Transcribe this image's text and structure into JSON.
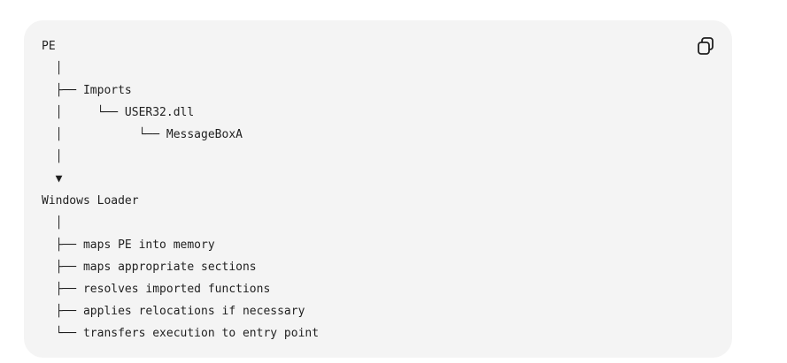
{
  "code_block": {
    "copy_button": {
      "icon": "copy-icon"
    },
    "lines": [
      "PE",
      "  │",
      "  ├── Imports",
      "  │     └── USER32.dll",
      "  │           └── MessageBoxA",
      "  │",
      "  ▼",
      "Windows Loader",
      "  │",
      "  ├── maps PE into memory",
      "  ├── maps appropriate sections",
      "  ├── resolves imported functions",
      "  ├── applies relocations if necessary",
      "  └── transfers execution to entry point"
    ]
  }
}
